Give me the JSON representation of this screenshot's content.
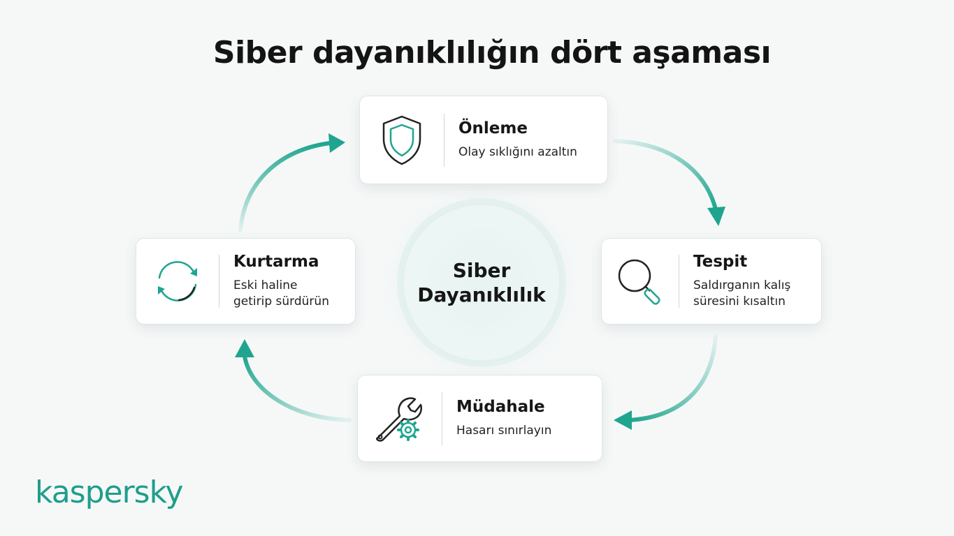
{
  "title": "Siber dayanıklılığın dört aşaması",
  "center": {
    "line1": "Siber",
    "line2": "Dayanıklılık"
  },
  "stages": {
    "prevention": {
      "title": "Önleme",
      "desc": "Olay sıklığını azaltın",
      "icon": "shield-icon"
    },
    "detection": {
      "title": "Tespit",
      "desc": "Saldırganın kalış süresini kısaltın",
      "icon": "magnifier-icon"
    },
    "response": {
      "title": "Müdahale",
      "desc": "Hasarı sınırlayın",
      "icon": "wrench-gear-icon"
    },
    "recovery": {
      "title": "Kurtarma",
      "desc": "Eski haline getirip sürdürün",
      "icon": "refresh-icon"
    }
  },
  "logo": "kaspersky",
  "colors": {
    "accent": "#1fa58f",
    "background": "#f6f8f8",
    "card_border": "#dfe6e5"
  }
}
